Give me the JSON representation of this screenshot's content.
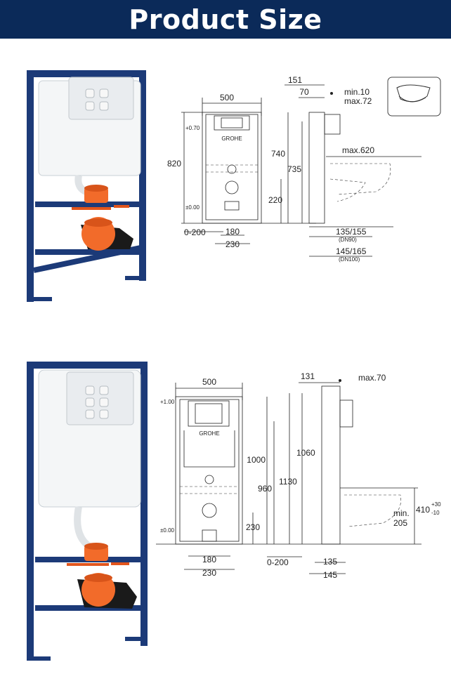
{
  "header": {
    "title": "Product Size"
  },
  "brand_label": "GROHE",
  "colors": {
    "header_bg": "#0b2a59",
    "frame_blue": "#1c3a78",
    "pipe_orange": "#f26b2a",
    "cistern": "#f4f6f7"
  },
  "diagram_top": {
    "width_label": "500",
    "height_labels": [
      "820",
      "740",
      "735",
      "220"
    ],
    "level_labels": [
      "+0.70",
      "±0.00"
    ],
    "bottom_labels": [
      "0-200",
      "180",
      "230"
    ],
    "side_labels": {
      "depth_a": "151",
      "depth_b": "70",
      "min": "min.10",
      "max": "max.72",
      "reach": "max.620"
    },
    "pipe_labels": [
      {
        "size": "135/155",
        "note": "(DN90)"
      },
      {
        "size": "145/165",
        "note": "(DN100)"
      }
    ]
  },
  "diagram_bottom": {
    "width_label": "500",
    "height_labels": [
      "1000",
      "1060",
      "960",
      "1130",
      "230"
    ],
    "level_labels": [
      "+1.00",
      "±0.00"
    ],
    "bottom_labels": [
      "180",
      "230",
      "0-200",
      "135",
      "145"
    ],
    "side_labels": {
      "depth": "131",
      "max": "max.70",
      "seat_height": "410",
      "seat_tol_up": "+30",
      "seat_tol_down": "-10",
      "min": "min.",
      "min_value": "205"
    }
  }
}
